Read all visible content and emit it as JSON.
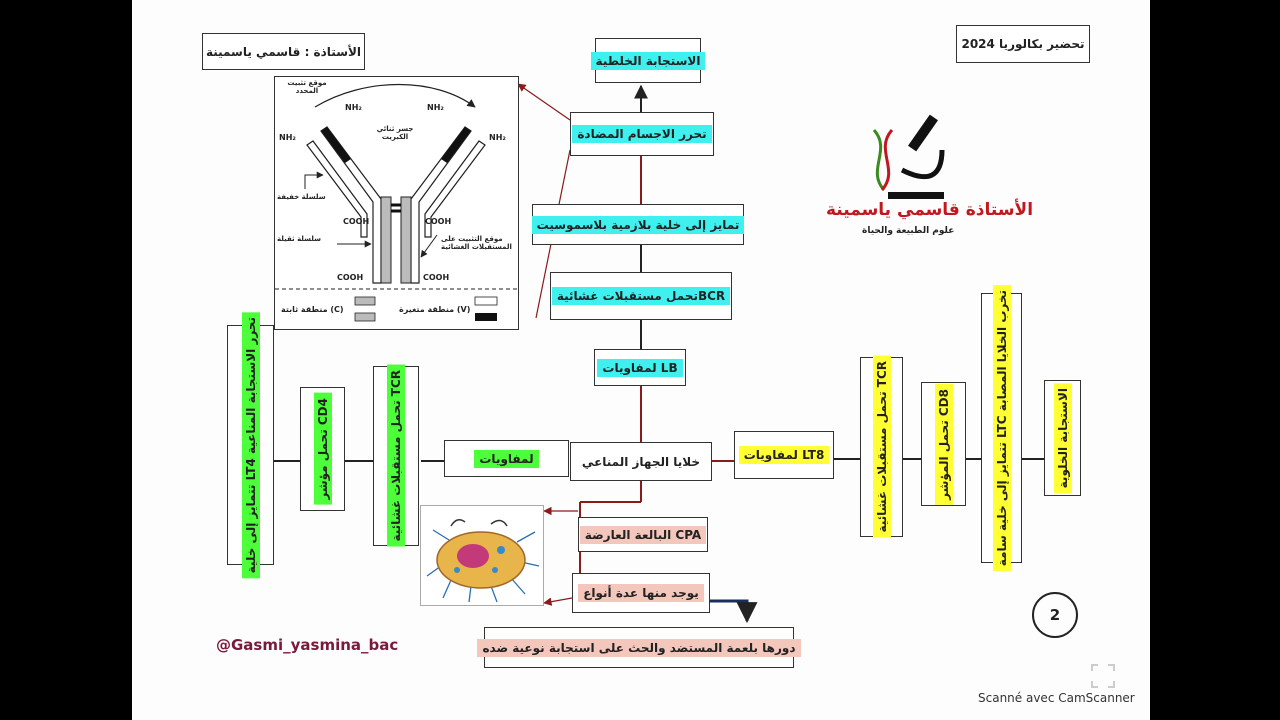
{
  "header": {
    "teacher_label": "الأستاذة : قاسمي ياسمينة",
    "exam_label": "تحضير بكالوريا 2024"
  },
  "logo": {
    "name": "الأستاذة قاسمي ياسمينة",
    "subtitle": "علوم الطبيعة والحياة"
  },
  "antibody_figure": {
    "labels": {
      "nh2": "NH₂",
      "cooh": "COOH",
      "binding_site": "موقع تثبيت المحدد",
      "hinge": "جسر ثنائي الكبريت",
      "light_chain": "سلسلة خفيفة",
      "heavy_chain": "سلسلة ثقيلة",
      "membrane_site": "موقع التثبيت على المستقبلات الغشائية"
    },
    "legend": {
      "constant": "منطقة ثابتة (C)",
      "variable": "منطقة متغيرة (V)"
    }
  },
  "nodes": {
    "humoral_response": "الاستجابة الخلطية",
    "antibody_release": "تحرر الاجسام المضادة",
    "plasma_cell": "تمايز إلى خلية بلازمية بلاسموسيت",
    "bcr": "تحمل مستقبلات غشائيةBCR",
    "lb": "لمفاويات LB",
    "immune_cells": "خلايا الجهاز المناعي",
    "lymphocytes": "لمفاويات",
    "lt8": "لمفاويات LT8",
    "tcr_left": "تحمل مستقبلات غشائية TCR",
    "cd4": "تحمل مؤشر CD4",
    "lt4_diff": "تتمايز إلى خلية LT4 تحرر الاستجابة المناعية",
    "tcr_right": "تحمل مستقبلات غشائية TCR",
    "cd8": "تحمل المؤشر CD8",
    "ltc": "تتمايز إلى خلية سامة LTC تخرب الخلايا المصابة",
    "cellular_response": "الاستجابة الخلوية",
    "cpa": "البالعة العارضة CPA",
    "types": "يوجد منها عدة أنواع",
    "role": "دورها بلعمة المستضد والحث على استجابة نوعية ضده"
  },
  "footer": {
    "handle": "@Gasmi_yasmina_bac",
    "page_number": "2",
    "scanner": "Scanné avec CamScanner"
  },
  "colors": {
    "cyan": "#3ff0ef",
    "green": "#4cff3a",
    "yellow": "#ffff33",
    "pink": "#f4c7bd",
    "logo_red": "#c0181e",
    "logo_green": "#3a8a1e"
  }
}
